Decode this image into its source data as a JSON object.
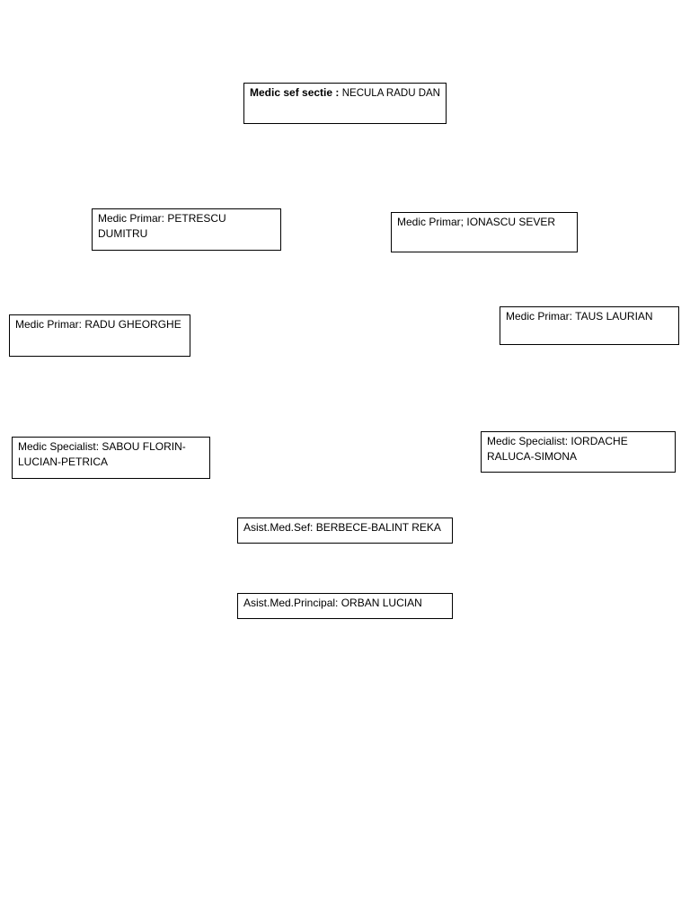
{
  "chart": {
    "head": {
      "role": "Medic sef sectie :",
      "name": "NECULA RADU DAN"
    },
    "primary": [
      {
        "role": "Medic Primar:",
        "name": "PETRESCU DUMITRU"
      },
      {
        "role": "Medic Primar;",
        "name": "IONASCU SEVER"
      },
      {
        "role": "Medic Primar:",
        "name": "RADU GHEORGHE"
      },
      {
        "role": "Medic Primar:",
        "name": "TAUS LAURIAN"
      }
    ],
    "specialists": [
      {
        "role": "Medic Specialist:",
        "name": "SABOU FLORIN-LUCIAN-PETRICA"
      },
      {
        "role": "Medic Specialist:",
        "name": "IORDACHE RALUCA-SIMONA"
      }
    ],
    "assistants": [
      {
        "role": "Asist.Med.Sef:",
        "name": "BERBECE-BALINT REKA"
      },
      {
        "role": "Asist.Med.Principal:",
        "name": "ORBAN LUCIAN"
      }
    ]
  }
}
